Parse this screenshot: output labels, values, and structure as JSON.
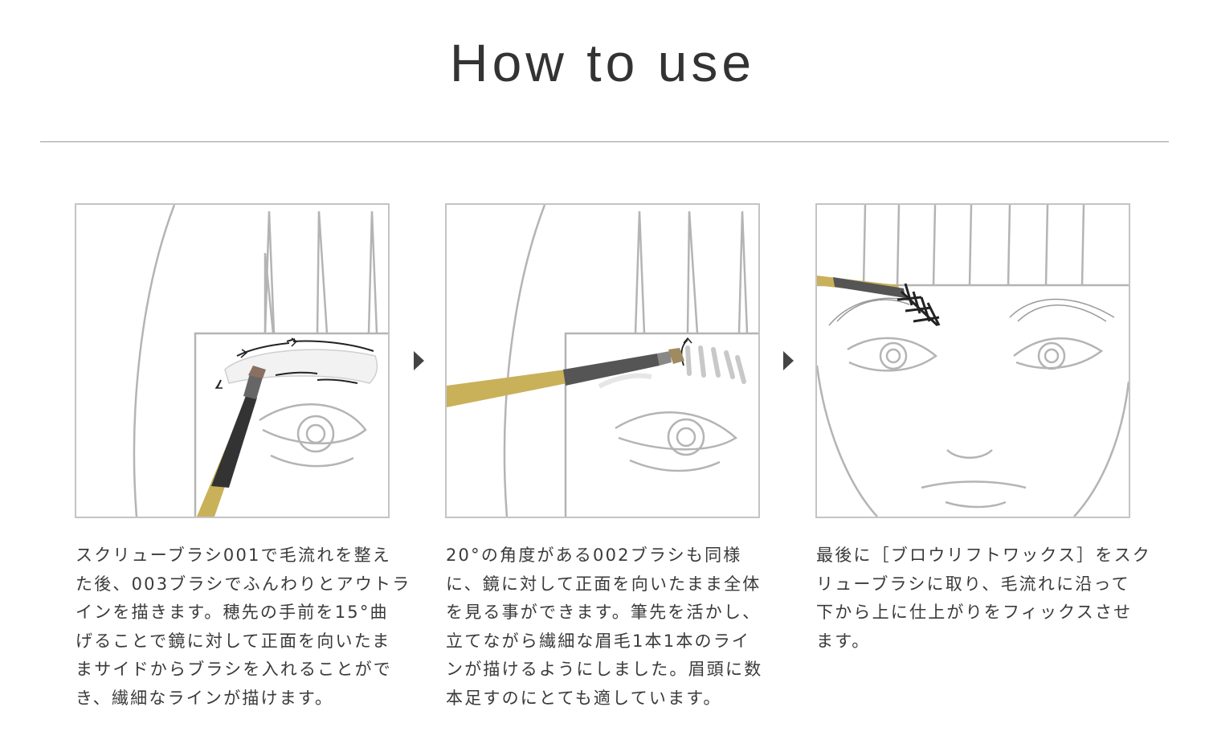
{
  "page": {
    "title": "How to use"
  },
  "steps": [
    {
      "lines": [
        "スクリューブラシ001で毛流れを整え",
        "た後、003ブラシでふんわりとアウトラ",
        "インを描きます。穂先の手前を15°曲",
        "げることで鏡に対して正面を向いたま",
        "まサイドからブラシを入れることがで",
        "き、繊細なラインが描けます。"
      ]
    },
    {
      "lines": [
        "20°の角度がある002ブラシも同様",
        "に、鏡に対して正面を向いたまま全体",
        "を見る事ができます。筆先を活かし、",
        "立てながら繊細な眉毛1本1本のライ",
        "ンが描けるようにしました。眉頭に数",
        "本足すのにとても適しています。"
      ]
    },
    {
      "lines": [
        "最後に［ブロウリフトワックス］をスク",
        "リューブラシに取り、毛流れに沿って",
        "下から上に仕上がりをフィックスさせ",
        "ます。"
      ]
    }
  ],
  "colors": {
    "text": "#333333",
    "line_art": "#b4b4b4",
    "brush_gold": "#c9b15a",
    "brush_metal": "#555555"
  }
}
